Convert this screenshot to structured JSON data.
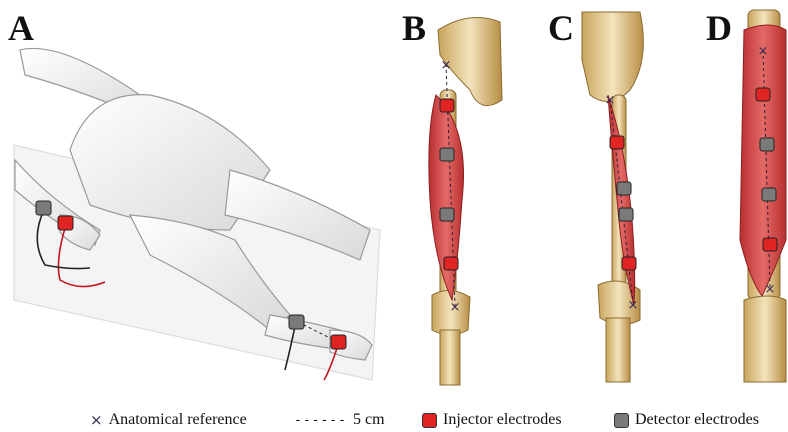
{
  "panels": {
    "a": "A",
    "b": "B",
    "c": "C",
    "d": "D"
  },
  "legend": {
    "anatomical": {
      "symbol": "×",
      "label": "Anatomical reference"
    },
    "distance": {
      "symbol": "------",
      "label": "5 cm"
    },
    "injector": {
      "label": "Injector electrodes"
    },
    "detector": {
      "label": "Detector electrodes"
    }
  },
  "colors": {
    "injector": "#e02323",
    "detector": "#7a7a7a",
    "marker": "#3c2a55",
    "muscle": "#d94a4a",
    "bone": "#e6cf9a"
  }
}
